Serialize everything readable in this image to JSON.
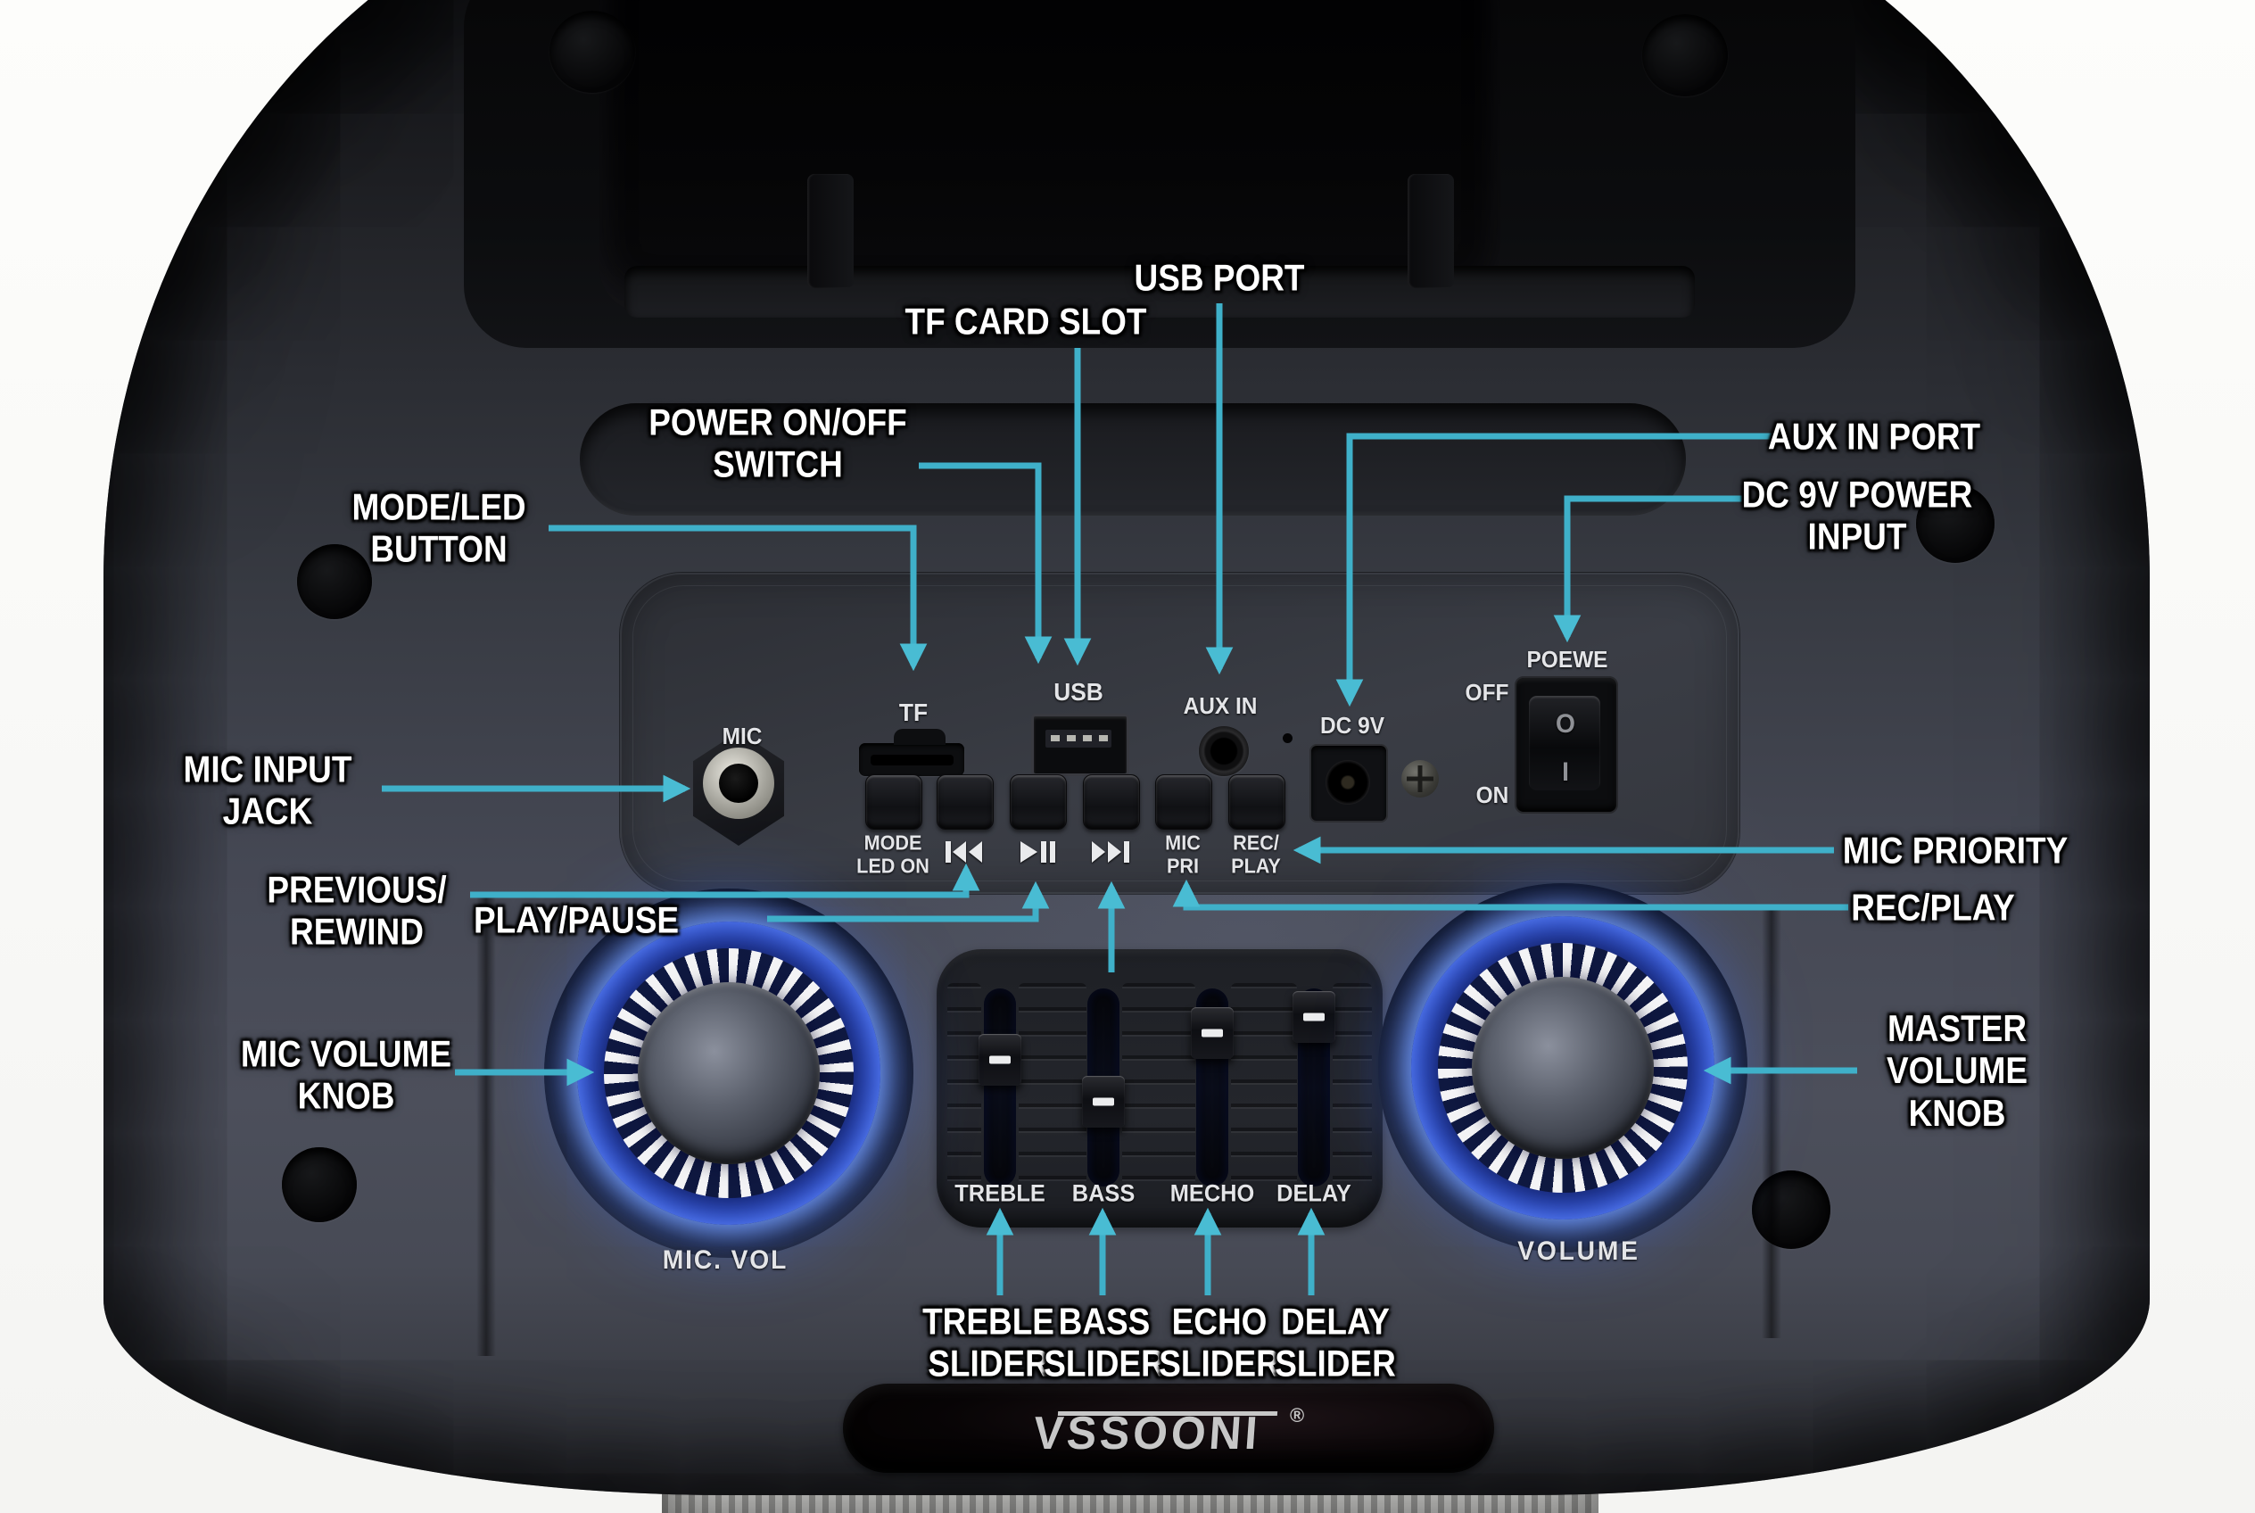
{
  "colors": {
    "callout_line": "#3fb0c9",
    "callout_arrow": "#49bcd3",
    "callout_text": "#ffffff",
    "knob_glow": "#4070ff",
    "body_dark": "#2b2d33"
  },
  "annotations": {
    "usb_port": "USB PORT",
    "tf_card_slot": "TF CARD SLOT",
    "power_switch": "POWER ON/OFF\nSWITCH",
    "mode_led_button": "MODE/LED\nBUTTON",
    "aux_in_port": "AUX IN PORT",
    "dc_power_input": "DC 9V POWER\nINPUT",
    "mic_input_jack": "MIC INPUT\nJACK",
    "previous_rewind": "PREVIOUS/\nREWIND",
    "play_pause": "PLAY/PAUSE",
    "mic_priority": "MIC PRIORITY",
    "rec_play": "REC/PLAY",
    "mic_volume_knob": "MIC VOLUME\nKNOB",
    "master_volume_knob": "MASTER\nVOLUME\nKNOB",
    "treble_slider": "TREBLE\nSLIDER",
    "bass_slider": "BASS\nSLIDER",
    "echo_slider": "ECHO\nSLIDER",
    "delay_slider": "DELAY\nSLIDER"
  },
  "panel": {
    "mic": "MIC",
    "tf": "TF",
    "usb": "USB",
    "aux_in": "AUX IN",
    "dc_9v": "DC 9V",
    "power": "POEWE",
    "off": "OFF",
    "on": "ON",
    "rocker_off_glyph": "O",
    "rocker_on_glyph": "I",
    "mode_caption": "MODE\nLED ON",
    "mic_pri_caption": "MIC\nPRI",
    "rec_play_caption": "REC/\nPLAY"
  },
  "sliders": {
    "captions": [
      "TREBLE",
      "BASS",
      "MECHO",
      "DELAY"
    ]
  },
  "knobs": {
    "mic_vol_caption": "MIC. VOL",
    "volume_caption": "VOLUME"
  },
  "logo": {
    "text": "VSSOONI",
    "registered": "®"
  }
}
